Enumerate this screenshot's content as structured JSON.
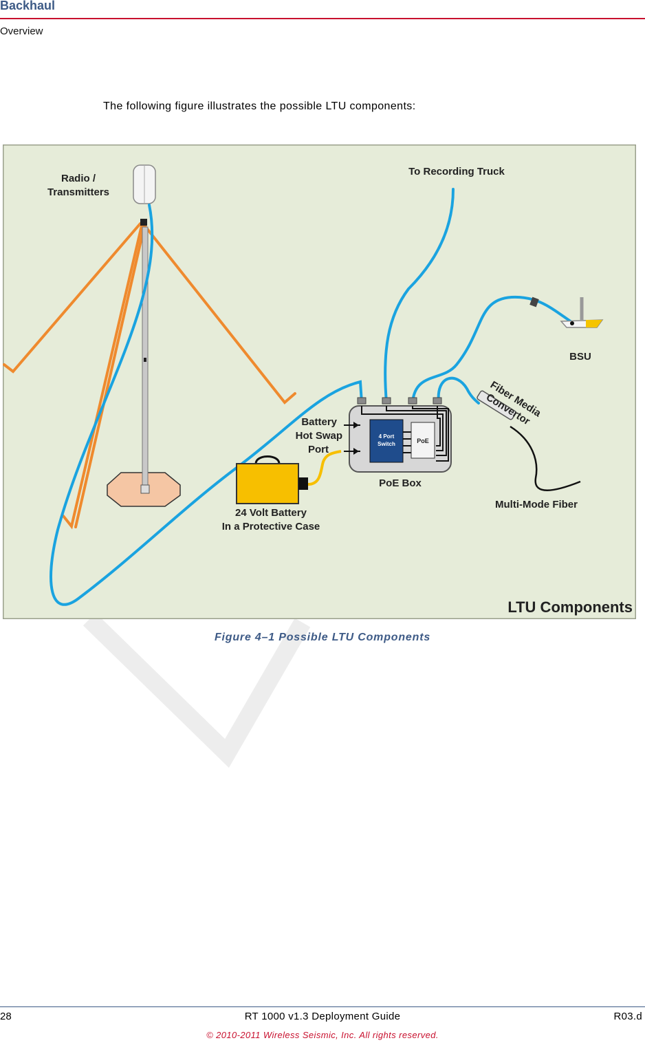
{
  "header": {
    "section": "Backhaul",
    "subsection": "Overview"
  },
  "body": {
    "intro": "The following figure illustrates the possible LTU components:"
  },
  "figure": {
    "caption": "Figure 4–1  Possible LTU Components",
    "labels": {
      "radio": [
        "Radio /",
        "Transmitters"
      ],
      "truck": "To Recording Truck",
      "bsu": "BSU",
      "fiber_media": [
        "Fiber Media",
        "Convertor"
      ],
      "hot_swap": [
        "Battery",
        "Hot Swap",
        "Port"
      ],
      "switch": [
        "4 Port",
        "Switch"
      ],
      "poe": "PoE",
      "poe_box": "PoE Box",
      "battery": [
        "24 Volt Battery",
        "In a Protective Case"
      ],
      "multimode": "Multi-Mode Fiber",
      "title": "LTU Components"
    }
  },
  "footer": {
    "page": "28",
    "doc": "RT 1000 v1.3 Deployment Guide",
    "rev": "R03.d",
    "copyright": "© 2010-2011 Wireless Seismic, Inc. All rights reserved."
  },
  "colors": {
    "accent_red": "#c8102e",
    "heading_blue": "#3d5a86",
    "figure_bg": "#e6ecd9",
    "cable_blue": "#1aa3e0",
    "guy_orange": "#ef8a2e",
    "battery_yellow": "#f7bf00",
    "switch_navy": "#1f4c8c"
  },
  "icons": [
    "mast-icon",
    "bsu-icon",
    "battery-case-icon",
    "poe-box-icon",
    "fiber-convertor-icon"
  ]
}
